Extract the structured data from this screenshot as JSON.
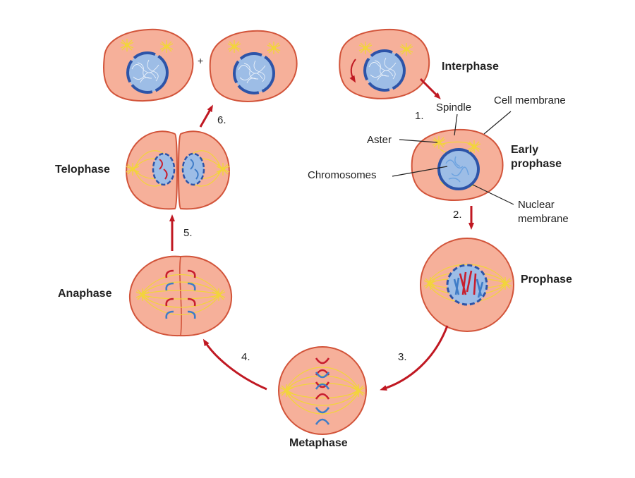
{
  "phases": {
    "interphase": "Interphase",
    "early_prophase_line1": "Early",
    "early_prophase_line2": "prophase",
    "prophase": "Prophase",
    "metaphase": "Metaphase",
    "anaphase": "Anaphase",
    "telophase": "Telophase"
  },
  "steps": [
    "1.",
    "2.",
    "3.",
    "4.",
    "5.",
    "6."
  ],
  "plus_sign": "+",
  "annotations": {
    "spindle": "Spindle",
    "cell_membrane": "Cell membrane",
    "aster": "Aster",
    "chromosomes": "Chromosomes",
    "nuclear_membrane_line1": "Nuclear",
    "nuclear_membrane_line2": "membrane"
  },
  "colors": {
    "cytoplasm": "#f6b09a",
    "cell_outline": "#d2543a",
    "nucleus_fill": "#9dbde6",
    "nucleus_outline": "#2d54a8",
    "spindle": "#f2d43c",
    "chromosome_red": "#c81e2e",
    "chromosome_blue": "#3f7cc7",
    "arrow": "#c01822"
  }
}
